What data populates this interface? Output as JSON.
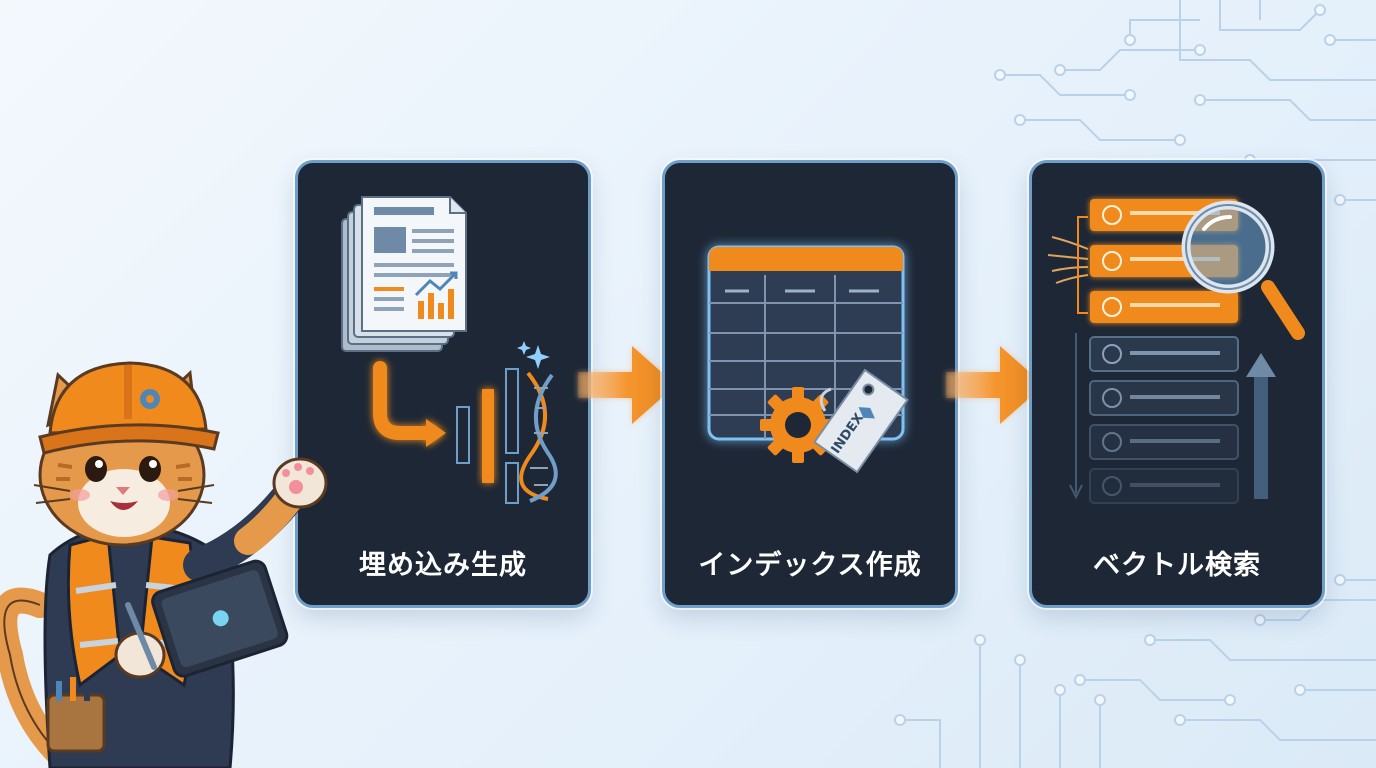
{
  "steps": [
    {
      "label": "埋め込み生成",
      "icon": "document-to-vector-icon"
    },
    {
      "label": "インデックス作成",
      "icon": "index-table-icon"
    },
    {
      "label": "ベクトル検索",
      "icon": "vector-search-icon"
    }
  ],
  "index_tag_text": "INDEX",
  "colors": {
    "card_bg": "#1d2736",
    "card_border": "#6f9fc8",
    "accent_orange": "#f08a1c",
    "accent_blue": "#4f86b8"
  }
}
